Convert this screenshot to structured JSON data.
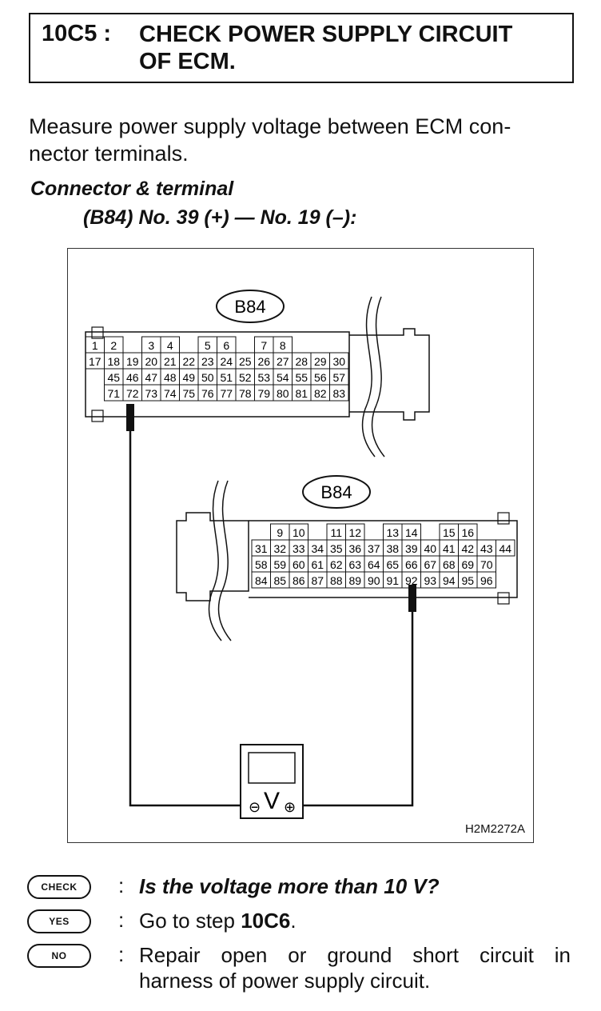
{
  "header": {
    "step_number": "10C5 :",
    "title_line1": "CHECK POWER SUPPLY CIRCUIT",
    "title_line2": "OF ECM."
  },
  "instruction": {
    "line1": "Measure power supply voltage between ECM con-",
    "line2": "nector terminals."
  },
  "connector": {
    "heading": "Connector & terminal",
    "spec": "(B84) No. 39 (+) — No. 19 (–):"
  },
  "figure": {
    "connector_label_top": "B84",
    "connector_label_bottom": "B84",
    "top_connector_rows": [
      [
        "1",
        "2",
        "",
        "3",
        "4",
        "",
        "5",
        "6",
        "",
        "7",
        "8",
        ""
      ],
      [
        "17",
        "18",
        "19",
        "20",
        "21",
        "22",
        "23",
        "24",
        "25",
        "26",
        "27",
        "28",
        "29",
        "30"
      ],
      [
        "",
        "45",
        "46",
        "47",
        "48",
        "49",
        "50",
        "51",
        "52",
        "53",
        "54",
        "55",
        "56",
        "57"
      ],
      [
        "",
        "71",
        "72",
        "73",
        "74",
        "75",
        "76",
        "77",
        "78",
        "79",
        "80",
        "81",
        "82",
        "83"
      ]
    ],
    "bottom_connector_rows": [
      [
        "",
        "9",
        "10",
        "",
        "11",
        "12",
        "",
        "13",
        "14",
        "",
        "15",
        "16"
      ],
      [
        "31",
        "32",
        "33",
        "34",
        "35",
        "36",
        "37",
        "38",
        "39",
        "40",
        "41",
        "42",
        "43",
        "44"
      ],
      [
        "58",
        "59",
        "60",
        "61",
        "62",
        "63",
        "64",
        "65",
        "66",
        "67",
        "68",
        "69",
        "70",
        ""
      ],
      [
        "84",
        "85",
        "86",
        "87",
        "88",
        "89",
        "90",
        "91",
        "92",
        "93",
        "94",
        "95",
        "96",
        ""
      ]
    ],
    "meter_symbol": "V",
    "meter_minus": "⊖",
    "meter_plus": "⊕",
    "figure_id": "H2M2272A"
  },
  "qa": {
    "check_badge": "CHECK",
    "check_text": "Is the voltage more than 10 V?",
    "yes_badge": "YES",
    "yes_prefix": "Go to step ",
    "yes_step": "10C6",
    "yes_suffix": ".",
    "no_badge": "NO",
    "no_line1": "Repair open or ground short circuit in",
    "no_line2": "harness of power supply circuit."
  }
}
